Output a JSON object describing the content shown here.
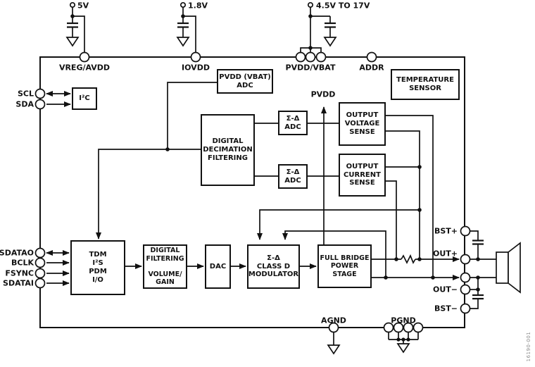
{
  "diagram": {
    "watermark": "16190-001",
    "background": "#ffffff",
    "line_color": "#111111"
  },
  "supplies": {
    "s5v": "5V",
    "s1v8": "1.8V",
    "s4v5_17v": "4.5V TO 17V"
  },
  "nets": {
    "pvdd": "PVDD"
  },
  "pins": {
    "vreg_avdd": "VREG/AVDD",
    "iovdd": "IOVDD",
    "pvdd_vbat": "PVDD/VBAT",
    "addr": "ADDR",
    "scl": "SCL",
    "sda": "SDA",
    "sdatao": "SDATAO",
    "bclk": "BCLK",
    "fsync": "FSYNC",
    "sdatai": "SDATAI",
    "bst_plus": "BST+",
    "out_plus": "OUT+",
    "out_minus": "OUT−",
    "bst_minus": "BST−",
    "agnd": "AGND",
    "pgnd": "PGND"
  },
  "blocks": {
    "i2c": "I²C",
    "pvdd_adc": "PVDD (VBAT)\nADC",
    "decimation": "DIGITAL\nDECIMATION\nFILTERING",
    "adc_voltage": "Σ-Δ\nADC",
    "adc_current": "Σ-Δ\nADC",
    "voltage_sense": "OUTPUT\nVOLTAGE\nSENSE",
    "current_sense": "OUTPUT\nCURRENT\nSENSE",
    "temp_sensor": "TEMPERATURE\nSENSOR",
    "tdm": "TDM\nI²S\nPDM\nI/O",
    "filtering": "DIGITAL\nFILTERING\n\nVOLUME/\nGAIN",
    "dac": "DAC",
    "modulator": "Σ-Δ\nCLASS D\nMODULATOR",
    "full_bridge": "FULL BRIDGE\nPOWER\nSTAGE"
  }
}
